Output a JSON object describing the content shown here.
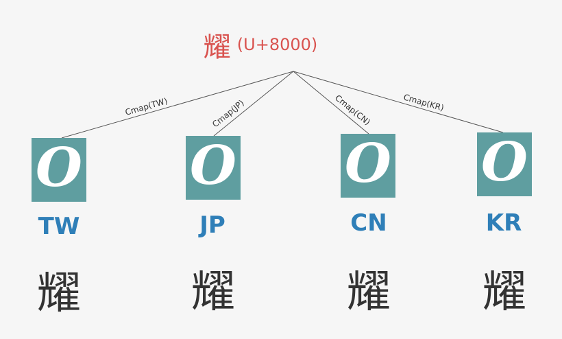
{
  "root": {
    "character": "耀",
    "codepoint": "(U+8000)"
  },
  "edge_labels": [
    "Cmap(TW)",
    "Cmap(JP)",
    "Cmap(CN)",
    "Cmap(KR)"
  ],
  "nodes": [
    {
      "icon": "O",
      "region": "TW",
      "glyph": "耀"
    },
    {
      "icon": "O",
      "region": "JP",
      "glyph": "耀"
    },
    {
      "icon": "O",
      "region": "CN",
      "glyph": "耀"
    },
    {
      "icon": "O",
      "region": "KR",
      "glyph": "耀"
    }
  ],
  "colors": {
    "root": "#d9534f",
    "box": "#5f9ea0",
    "region": "#2f7fb8",
    "glyph": "#333333"
  }
}
